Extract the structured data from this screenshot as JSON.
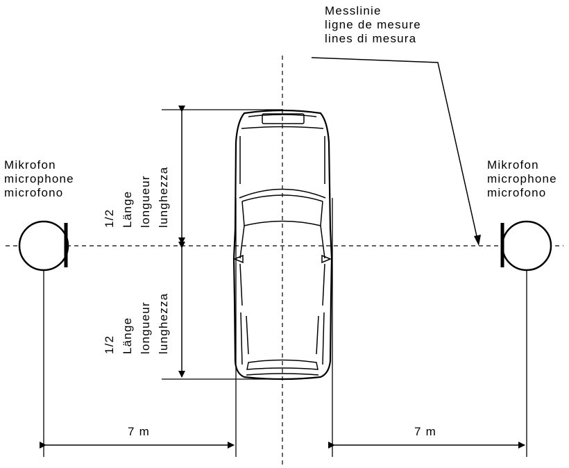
{
  "measure_line_label": [
    "Messlinie",
    "ligne de mesure",
    "lines di mesura"
  ],
  "microphone_left": [
    "Mikrofon",
    "microphone",
    "microfono"
  ],
  "microphone_right": [
    "Mikrofon",
    "microphone",
    "microfono"
  ],
  "half_length_top": [
    "1/2",
    "Länge",
    "longueur",
    "lunghezza"
  ],
  "half_length_bottom": [
    "1/2",
    "Länge",
    "longueur",
    "lunghezza"
  ],
  "distance_left": "7 m",
  "distance_right": "7 m"
}
